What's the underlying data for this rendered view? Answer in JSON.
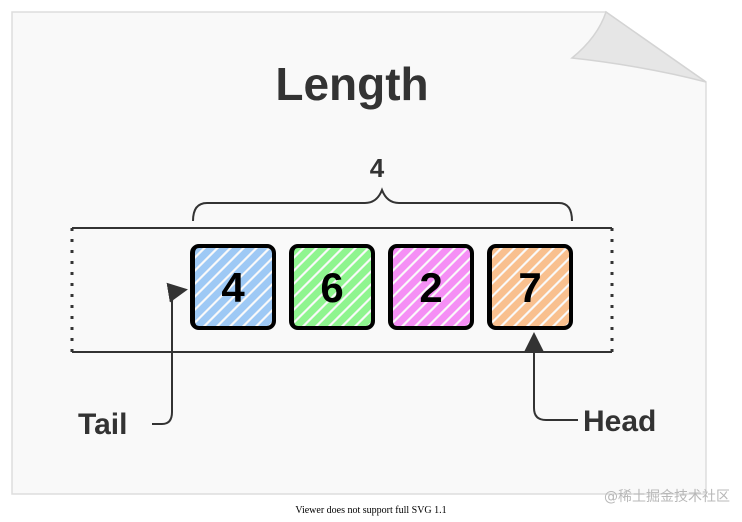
{
  "diagram": {
    "title": "Length",
    "length_value": "4",
    "tail_label": "Tail",
    "head_label": "Head",
    "items": [
      {
        "value": "4",
        "color": "#9ec9f5"
      },
      {
        "value": "6",
        "color": "#8ff58f"
      },
      {
        "value": "2",
        "color": "#f58ff5"
      },
      {
        "value": "7",
        "color": "#f9c08f"
      }
    ]
  },
  "footer": {
    "note": "Viewer does not support full SVG 1.1"
  },
  "watermark": {
    "text": "@稀土掘金技术社区"
  }
}
